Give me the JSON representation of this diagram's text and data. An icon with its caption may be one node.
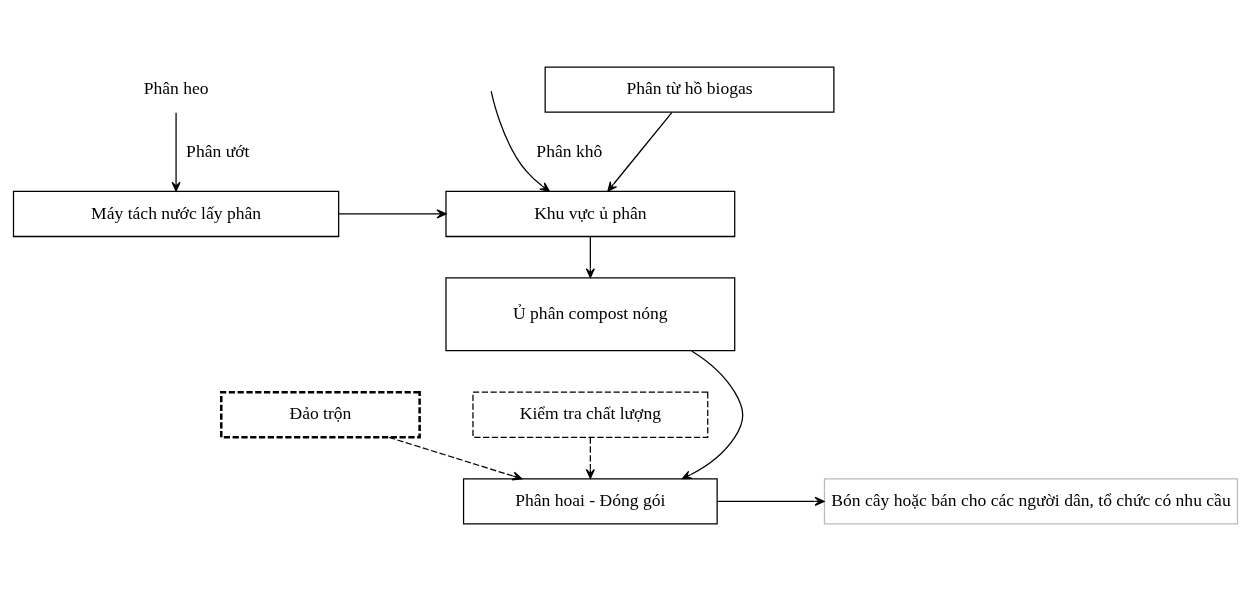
{
  "diagram": {
    "nodes": [
      {
        "text": [
          "Phân từ hồ biogas"
        ]
      },
      {
        "text": [
          "Phân heo"
        ]
      },
      {
        "text": [
          "Khu vực ủ phân"
        ]
      },
      {
        "text": [
          "Máy tách nước lấy phân"
        ]
      },
      {
        "text": [
          "Ủ phân compost nóng"
        ]
      },
      {
        "text": [
          "Đảo trộn"
        ]
      },
      {
        "text": [
          "Kiểm tra chất lượng"
        ]
      },
      {
        "text": [
          "Phân hoai - Đóng gói"
        ]
      },
      {
        "text": [
          "Bón cây hoặc bán cho các người dân, tổ chức có nhu cầu"
        ]
      }
    ],
    "edges": [
      {
        "from": 0,
        "to": 2,
        "arrow": "to"
      },
      {
        "from": null,
        "to": 2,
        "arrow": "to",
        "label": "Phân khô"
      },
      {
        "from": 1,
        "to": 3,
        "arrow": "to",
        "label": "Phân ướt"
      },
      {
        "from": 3,
        "to": 2,
        "arrow": "to"
      },
      {
        "from": 2,
        "to": 4,
        "arrow": "to"
      },
      {
        "from": 4,
        "to": 7,
        "arrow": "to"
      },
      {
        "from": 5,
        "to": 7,
        "arrow": "to",
        "style": "dashed"
      },
      {
        "from": 6,
        "to": 7,
        "arrow": "to",
        "style": "dashed"
      },
      {
        "from": 7,
        "to": 8,
        "arrow": "to"
      }
    ]
  }
}
